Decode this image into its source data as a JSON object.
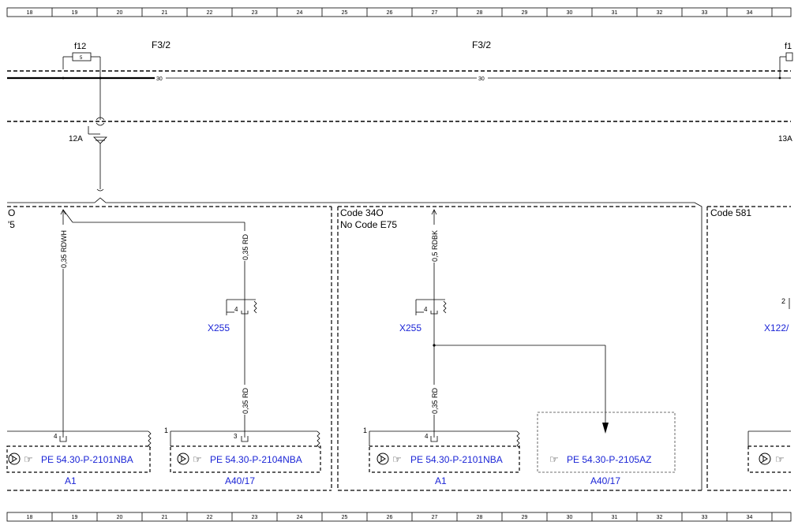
{
  "ruler": {
    "labels": [
      "18",
      "19",
      "20",
      "21",
      "22",
      "23",
      "24",
      "25",
      "26",
      "27",
      "28",
      "29",
      "30",
      "31",
      "32",
      "33",
      "34"
    ]
  },
  "fuse": {
    "name": "f12",
    "rating": "5",
    "name_right": "f1"
  },
  "sheet_refs": {
    "left": "F3/2",
    "right": "F3/2"
  },
  "bus": {
    "label_a": "30",
    "label_b": "30"
  },
  "splices": {
    "left": "12A",
    "right": "13A"
  },
  "zones": {
    "left_line1": "O",
    "left_line2": "'5",
    "mid_line1": "Code 34O",
    "mid_line2": "No  Code E75",
    "right_line1": "Code 581"
  },
  "wires": {
    "w1": "0,35 RDWH",
    "w2": "0,35 RD",
    "w3": "0,35 RD",
    "w4": "0,5 RDBK",
    "w5": "0,35 RD"
  },
  "connectors": {
    "x255_a": "X255",
    "x255_b": "X255",
    "x122": "X122/",
    "pin_x255_a": "4",
    "pin_x255_b": "4",
    "pin_x122": "2"
  },
  "modules": {
    "m1_ref": "PE 54.30-P-2101NBA",
    "m1_name": "A1",
    "m1_pin": "4",
    "m2_ref": "PE 54.30-P-2104NBA",
    "m2_name": "A40/17",
    "m2_pin": "3",
    "m2_num": "1",
    "m3_ref": "PE 54.30-P-2101NBA",
    "m3_name": "A1",
    "m3_pin": "4",
    "m3_num": "1",
    "m4_ref": "PE 54.30-P-2105AZ",
    "m4_name": "A40/17"
  },
  "icons": {
    "pointing_hand": "☞",
    "connector_symbol": "circle-pin-icon"
  }
}
